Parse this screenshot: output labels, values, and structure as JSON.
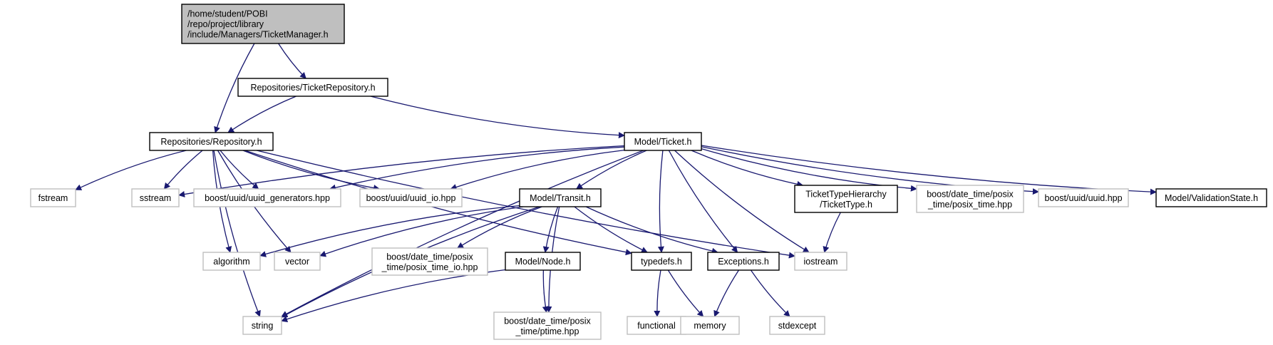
{
  "colors": {
    "edge": "#191970",
    "internal_border": "#000000",
    "internal_fill": "#ffffff",
    "external_border": "#bfbfbf",
    "root_fill": "#bfbfbf",
    "text": "#000000"
  },
  "nodes": [
    {
      "id": "root",
      "kind": "root",
      "lines": [
        "/home/student/POBI",
        "/repo/project/library",
        "/include/Managers/TicketManager.h"
      ]
    },
    {
      "id": "ticketrepo",
      "kind": "internal",
      "lines": [
        "Repositories/TicketRepository.h"
      ]
    },
    {
      "id": "repository",
      "kind": "internal",
      "lines": [
        "Repositories/Repository.h"
      ]
    },
    {
      "id": "ticket",
      "kind": "internal",
      "lines": [
        "Model/Ticket.h"
      ]
    },
    {
      "id": "fstream",
      "kind": "external",
      "lines": [
        "fstream"
      ]
    },
    {
      "id": "sstream",
      "kind": "external",
      "lines": [
        "sstream"
      ]
    },
    {
      "id": "uuidgen",
      "kind": "external",
      "lines": [
        "boost/uuid/uuid_generators.hpp"
      ]
    },
    {
      "id": "uuidio",
      "kind": "external",
      "lines": [
        "boost/uuid/uuid_io.hpp"
      ]
    },
    {
      "id": "transit",
      "kind": "internal",
      "lines": [
        "Model/Transit.h"
      ]
    },
    {
      "id": "tickettype",
      "kind": "internal",
      "lines": [
        "TicketTypeHierarchy",
        "/TicketType.h"
      ]
    },
    {
      "id": "posixtime",
      "kind": "external",
      "lines": [
        "boost/date_time/posix",
        "_time/posix_time.hpp"
      ]
    },
    {
      "id": "uuid",
      "kind": "external",
      "lines": [
        "boost/uuid/uuid.hpp"
      ]
    },
    {
      "id": "validation",
      "kind": "internal",
      "lines": [
        "Model/ValidationState.h"
      ]
    },
    {
      "id": "algorithm",
      "kind": "external",
      "lines": [
        "algorithm"
      ]
    },
    {
      "id": "vector",
      "kind": "external",
      "lines": [
        "vector"
      ]
    },
    {
      "id": "posixtimeio",
      "kind": "external",
      "lines": [
        "boost/date_time/posix",
        "_time/posix_time_io.hpp"
      ]
    },
    {
      "id": "node",
      "kind": "internal",
      "lines": [
        "Model/Node.h"
      ]
    },
    {
      "id": "typedefs",
      "kind": "internal",
      "lines": [
        "typedefs.h"
      ]
    },
    {
      "id": "exceptions",
      "kind": "internal",
      "lines": [
        "Exceptions.h"
      ]
    },
    {
      "id": "iostream",
      "kind": "external",
      "lines": [
        "iostream"
      ]
    },
    {
      "id": "string",
      "kind": "external",
      "lines": [
        "string"
      ]
    },
    {
      "id": "ptime",
      "kind": "external",
      "lines": [
        "boost/date_time/posix",
        "_time/ptime.hpp"
      ]
    },
    {
      "id": "functional",
      "kind": "external",
      "lines": [
        "functional"
      ]
    },
    {
      "id": "memory",
      "kind": "external",
      "lines": [
        "memory"
      ]
    },
    {
      "id": "stdexcept",
      "kind": "external",
      "lines": [
        "stdexcept"
      ]
    }
  ],
  "edges": [
    {
      "from": "root",
      "to": "repository"
    },
    {
      "from": "root",
      "to": "ticketrepo"
    },
    {
      "from": "ticketrepo",
      "to": "repository"
    },
    {
      "from": "ticketrepo",
      "to": "ticket"
    },
    {
      "from": "repository",
      "to": "fstream"
    },
    {
      "from": "repository",
      "to": "sstream"
    },
    {
      "from": "repository",
      "to": "uuidgen"
    },
    {
      "from": "repository",
      "to": "uuidio"
    },
    {
      "from": "repository",
      "to": "typedefs"
    },
    {
      "from": "repository",
      "to": "iostream"
    },
    {
      "from": "repository",
      "to": "algorithm"
    },
    {
      "from": "repository",
      "to": "vector"
    },
    {
      "from": "repository",
      "to": "string"
    },
    {
      "from": "ticket",
      "to": "sstream"
    },
    {
      "from": "ticket",
      "to": "uuidgen"
    },
    {
      "from": "ticket",
      "to": "uuidio"
    },
    {
      "from": "ticket",
      "to": "transit"
    },
    {
      "from": "ticket",
      "to": "typedefs"
    },
    {
      "from": "ticket",
      "to": "exceptions"
    },
    {
      "from": "ticket",
      "to": "iostream"
    },
    {
      "from": "ticket",
      "to": "tickettype"
    },
    {
      "from": "ticket",
      "to": "posixtime"
    },
    {
      "from": "ticket",
      "to": "uuid"
    },
    {
      "from": "ticket",
      "to": "validation"
    },
    {
      "from": "ticket",
      "to": "string"
    },
    {
      "from": "transit",
      "to": "algorithm"
    },
    {
      "from": "transit",
      "to": "vector"
    },
    {
      "from": "transit",
      "to": "posixtimeio"
    },
    {
      "from": "transit",
      "to": "node"
    },
    {
      "from": "transit",
      "to": "typedefs"
    },
    {
      "from": "transit",
      "to": "exceptions"
    },
    {
      "from": "transit",
      "to": "string"
    },
    {
      "from": "transit",
      "to": "ptime"
    },
    {
      "from": "tickettype",
      "to": "iostream"
    },
    {
      "from": "node",
      "to": "ptime"
    },
    {
      "from": "node",
      "to": "string"
    },
    {
      "from": "typedefs",
      "to": "functional"
    },
    {
      "from": "typedefs",
      "to": "memory"
    },
    {
      "from": "exceptions",
      "to": "memory"
    },
    {
      "from": "exceptions",
      "to": "stdexcept"
    }
  ]
}
